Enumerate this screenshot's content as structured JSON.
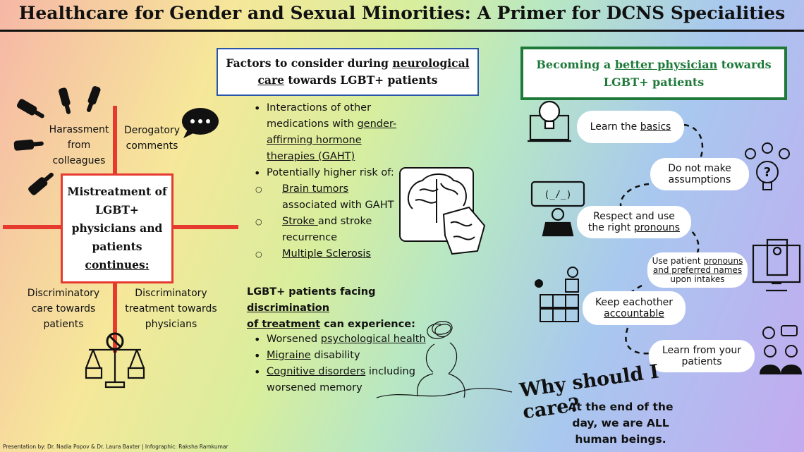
{
  "title": "Healthcare for Gender and Sexual Minorities: A Primer for DCNS Specialities",
  "left": {
    "harassment": [
      "Harassment",
      "from",
      "colleagues"
    ],
    "derogatory": [
      "Derogatory",
      "comments"
    ],
    "center": [
      "Mistreatment of",
      "LGBT+",
      "physicians and",
      "patients",
      "continues:"
    ],
    "disc_care": [
      "Discriminatory",
      "care towards",
      "patients"
    ],
    "disc_treat": [
      "Discriminatory",
      "treatment towards",
      "physicians"
    ]
  },
  "factors": {
    "box_line1_a": "Factors to consider during ",
    "box_line1_b": "neurological",
    "box_line2_a": "care",
    "box_line2_b": " towards LGBT+ patients",
    "b1_line1": "Interactions of other",
    "b1_line2_a": "medications with ",
    "b1_line2_b": "gender-",
    "b1_line3": "affirming hormone",
    "b1_line4": "therapies (GAHT)",
    "b2": "Potentially higher risk of:",
    "s1_a": "Brain tumors",
    "s1_b": "associated with GAHT",
    "s2_a": "Stroke ",
    "s2_b": "and stroke",
    "s2_c": "recurrence",
    "s3": "Multiple Sclerosis",
    "disc_line1_a": "LGBT+ patients facing ",
    "disc_line1_b": "discrimination",
    "disc_line2_a": "of treatment",
    "disc_line2_b": " can experience:",
    "e1_a": "Worsened ",
    "e1_b": "psychological health",
    "e2_a": "Migraine",
    "e2_b": " disability",
    "e3_a": "Cognitive disorders",
    "e3_b": " including",
    "e3_c": "worsened memory"
  },
  "better": {
    "line1_a": "Becoming a ",
    "line1_b": "better physician",
    "line1_c": " towards",
    "line2": "LGBT+ patients",
    "p1_a": "Learn the ",
    "p1_b": "basics",
    "p2_a": "Do not make",
    "p2_b": "assumptions",
    "p3_a": "Respect and use",
    "p3_b": "the right ",
    "p3_c": "pronouns",
    "p4_a": "Use patient ",
    "p4_b": "pronouns",
    "p4_c": "and preferred names",
    "p4_d": "upon intakes",
    "p5_a": "Keep eachother",
    "p5_b": "accountable",
    "p6_a": "Learn from your",
    "p6_b": "patients"
  },
  "why": "Why should I care?",
  "end": [
    "At the end of the",
    "day, we are ALL",
    "human beings."
  ],
  "footer": "Presentation by: Dr. Nadia Popov & Dr. Laura Baxter | Infographic: Raksha Ramkumar",
  "colors": {
    "red": "#e63a2f",
    "blue": "#2a56a8",
    "green": "#1f7a3a"
  },
  "icons": [
    "pointing-hand-icon",
    "speech-bubble-icon",
    "scales-icon",
    "brain-icon",
    "scribble-head-icon",
    "lightbulb-icon",
    "question-bulb-icon",
    "code-person-icon",
    "medical-monitor-icon",
    "boxes-climb-icon",
    "team-meeting-icon"
  ]
}
